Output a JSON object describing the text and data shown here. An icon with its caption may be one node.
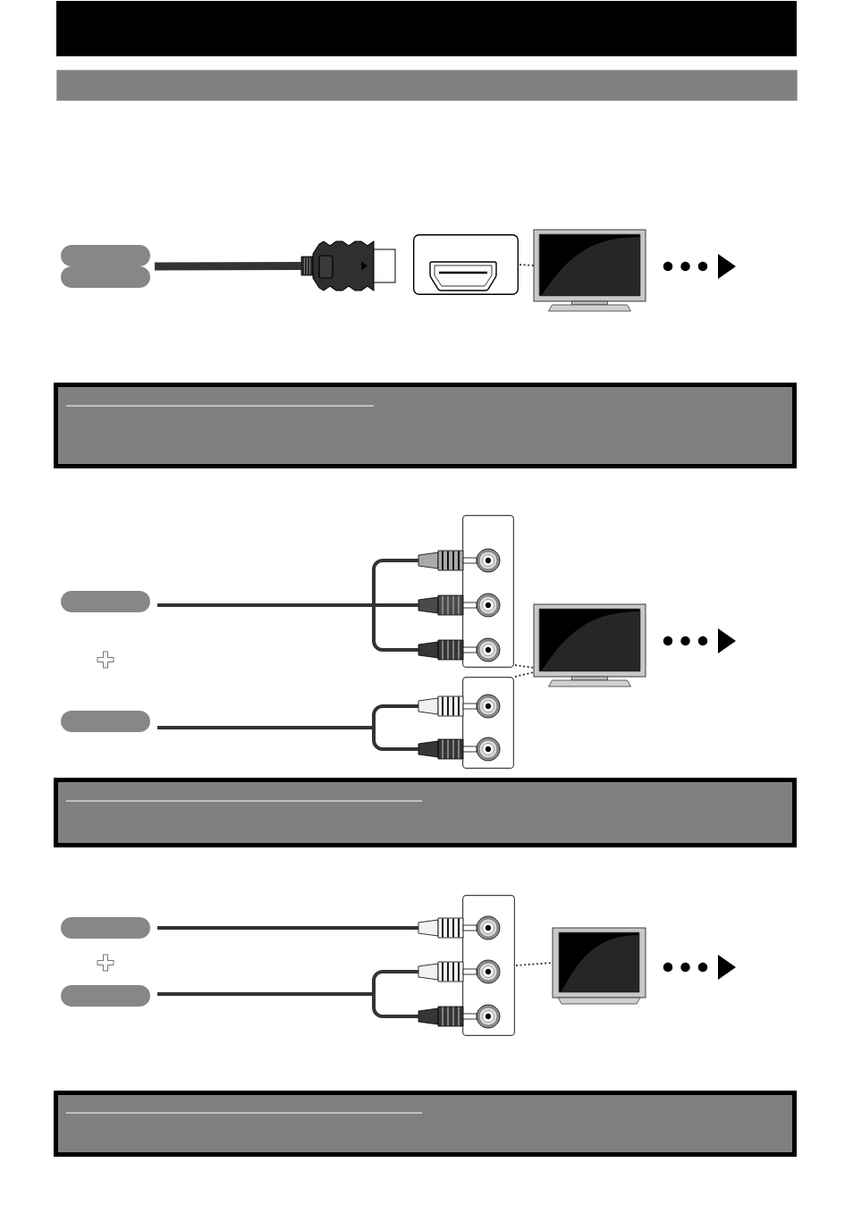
{
  "diagram": {
    "nodes": [
      {
        "text": [],
        "shape": "bar"
      },
      {
        "text": [],
        "shape": "bar"
      },
      {
        "text": [],
        "shape": "box"
      },
      {
        "text": [],
        "shape": "picture"
      },
      {
        "text": [],
        "shape": "box"
      },
      {
        "text": [],
        "shape": "picture"
      },
      {
        "text": [],
        "shape": "box"
      },
      {
        "text": [],
        "shape": "box"
      },
      {
        "text": [],
        "shape": "box"
      },
      {
        "text": [],
        "shape": "bar"
      },
      {
        "text": [],
        "shape": "bar"
      },
      {
        "text": [],
        "shape": "picture"
      },
      {
        "text": [],
        "shape": "picture"
      },
      {
        "text": [],
        "shape": "picture"
      },
      {
        "text": [],
        "shape": "picture"
      },
      {
        "text": [],
        "shape": "picture"
      },
      {
        "text": [],
        "shape": "box"
      },
      {
        "text": [],
        "shape": "box"
      },
      {
        "text": [],
        "shape": "picture"
      },
      {
        "text": [],
        "shape": "box"
      },
      {
        "text": [],
        "shape": "box"
      },
      {
        "text": [],
        "shape": "box"
      },
      {
        "text": [],
        "shape": "bar"
      },
      {
        "text": [],
        "shape": "picture"
      },
      {
        "text": [],
        "shape": "picture"
      },
      {
        "text": [],
        "shape": "picture"
      },
      {
        "text": [],
        "shape": "box"
      },
      {
        "text": [],
        "shape": "picture"
      },
      {
        "text": [],
        "shape": "box"
      }
    ],
    "edges": [
      {
        "from": 2,
        "to": 3,
        "arrow": "none",
        "style": "thick"
      },
      {
        "from": 4,
        "to": 5,
        "arrow": "none",
        "style": "dashed"
      },
      {
        "from": 7,
        "to": 9,
        "arrow": "none"
      },
      {
        "from": 9,
        "to": 11,
        "arrow": "none"
      },
      {
        "from": 9,
        "to": 12,
        "arrow": "none"
      },
      {
        "from": 9,
        "to": 13,
        "arrow": "none"
      },
      {
        "from": 8,
        "to": 10,
        "arrow": "none"
      },
      {
        "from": 10,
        "to": 14,
        "arrow": "none"
      },
      {
        "from": 10,
        "to": 15,
        "arrow": "none"
      },
      {
        "from": 16,
        "to": 18,
        "arrow": "none",
        "style": "dashed"
      },
      {
        "from": 17,
        "to": 18,
        "arrow": "none",
        "style": "dashed"
      },
      {
        "from": 20,
        "to": 23,
        "arrow": "none"
      },
      {
        "from": 21,
        "to": 22,
        "arrow": "none"
      },
      {
        "from": 22,
        "to": 24,
        "arrow": "none"
      },
      {
        "from": 22,
        "to": 25,
        "arrow": "none"
      },
      {
        "from": 26,
        "to": 27,
        "arrow": "none",
        "style": "dashed"
      }
    ]
  }
}
